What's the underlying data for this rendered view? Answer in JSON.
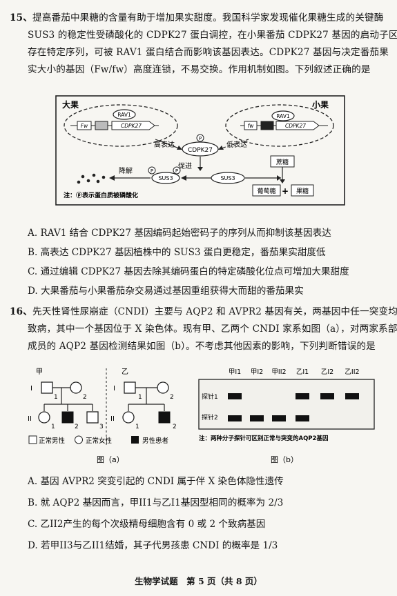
{
  "q15": {
    "num": "15、",
    "lines": [
      "提高番茄中果糖的含量有助于增加果实甜度。我国科学家发现催化果糖生成的关键酶",
      "SUS3 的稳定性受磷酸化的 CDPK27 蛋白调控，在小果番茄 CDPK27 基因的启动子区",
      "存在特定序列，可被 RAV1 蛋白结合而影响该基因表达。CDPK27 基因与决定番茄果",
      "实大小的基因（Fw/fw）高度连锁，不易交换。作用机制如图。下列叙述正确的是"
    ],
    "figure": {
      "big_fruit": "大果",
      "small_fruit": "小果",
      "rav1": "RAV1",
      "fw_big": "Fw",
      "fw_small": "fw",
      "cdpk27": "CDPK27",
      "high_expr": "高表达",
      "low_expr": "低表达",
      "p": "P",
      "degrade": "降解",
      "promote": "促进",
      "sus3": "SUS3",
      "sucrose": "蔗糖",
      "glucose": "葡萄糖",
      "plus": "+",
      "fructose": "果糖",
      "note": "注：ⓟ表示蛋白质被磷酸化"
    },
    "options": [
      "A. RAV1 结合 CDPK27 基因编码起始密码子的序列从而抑制该基因表达",
      "B. 高表达 CDPK27 基因植株中的 SUS3 蛋白更稳定，番茄果实甜度低",
      "C. 通过编辑 CDPK27 基因去除其编码蛋白的特定磷酸化位点可增加大果甜度",
      "D. 大果番茄与小果番茄杂交易通过基因重组获得大而甜的番茄果实"
    ]
  },
  "q16": {
    "num": "16、",
    "lines": [
      "先天性肾性尿崩症（CNDI）主要与 AQP2 和 AVPR2 基因有关，两基因中任一突变均可",
      "致病，其中一个基因位于 X 染色体。现有甲、乙两个 CNDI 家系如图（a），对两家系部分",
      "成员的 AQP2 基因检测结果如图（b）。不考虑其他因素的影响，下列判断错误的是"
    ],
    "fig_a": {
      "jia": "甲",
      "yi": "乙",
      "gen1": "I",
      "gen2": "II",
      "n1": "1",
      "n2": "2",
      "n3": "3",
      "legend_male": "正常男性",
      "legend_female": "正常女性",
      "legend_patient": "男性患者",
      "caption": "图（a）"
    },
    "fig_b": {
      "columns": [
        "甲I1",
        "甲I2",
        "甲II2",
        "乙I1",
        "乙I2",
        "乙II2"
      ],
      "probe1": "探针1",
      "probe2": "探针2",
      "note": "注：两种分子探针可区别正常与突变的AQP2基因",
      "caption": "图（b）"
    },
    "options": [
      "A. 基因 AVPR2 突变引起的 CNDI 属于伴 X 染色体隐性遗传",
      "B. 就 AQP2 基因而言，甲II1与乙I1基因型相同的概率为 2/3",
      "C. 乙II2产生的每个次级精母细胞含有 0 或 2 个致病基因",
      "D. 若甲II3与乙II1结婚，其子代男孩患 CNDI 的概率是 1/3"
    ]
  },
  "footer": "生物学试题　第 5 页（共 8 页）",
  "colors": {
    "ink": "#161616",
    "paper": "#f7f6f2"
  }
}
